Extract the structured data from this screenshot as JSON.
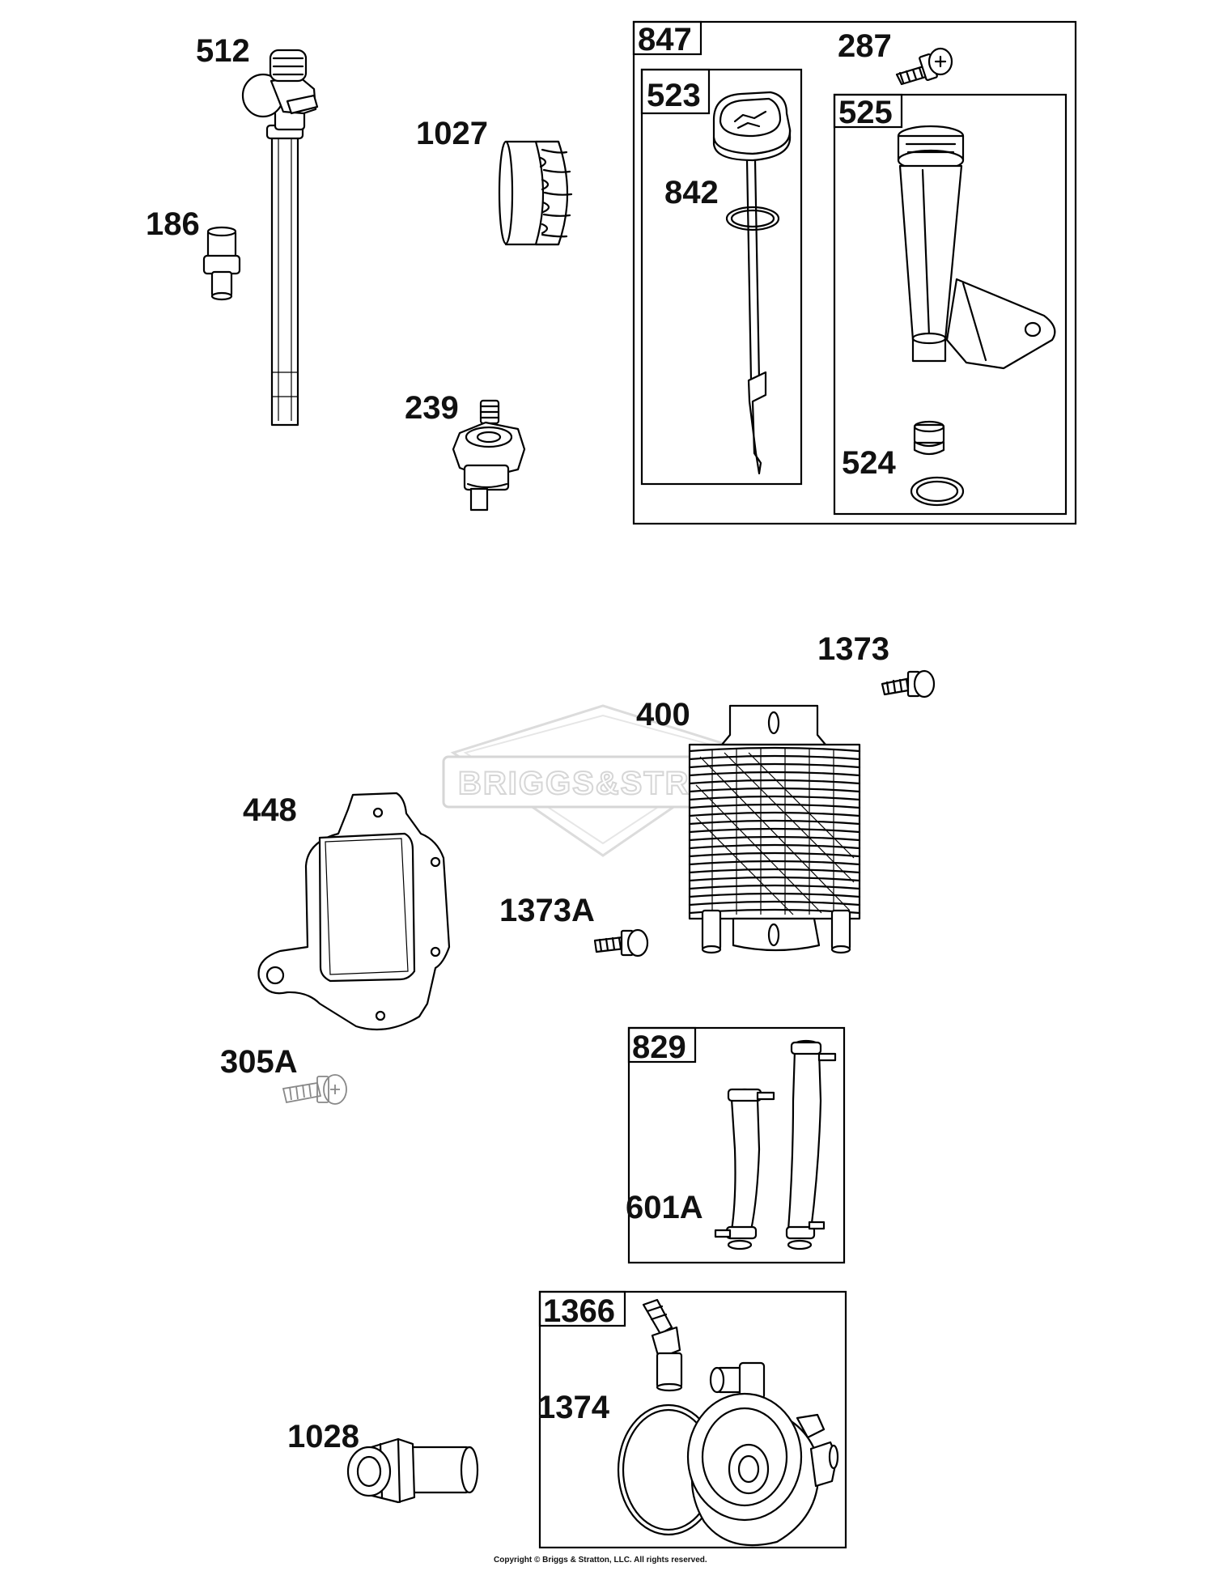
{
  "watermark": "BRIGGS&STRATTON",
  "copyright": "Copyright © Briggs & Stratton, LLC. All rights reserved.",
  "labels": {
    "p512": "512",
    "p186": "186",
    "p1027": "1027",
    "p239": "239",
    "p287": "287",
    "p842": "842",
    "p524": "524",
    "p1373": "1373",
    "p400": "400",
    "p448": "448",
    "p1373A": "1373A",
    "p305A": "305A",
    "p601A": "601A",
    "p1374": "1374",
    "p1028": "1028"
  },
  "boxes": {
    "b847": "847",
    "b523": "523",
    "b525": "525",
    "b829": "829",
    "b1366": "1366"
  }
}
